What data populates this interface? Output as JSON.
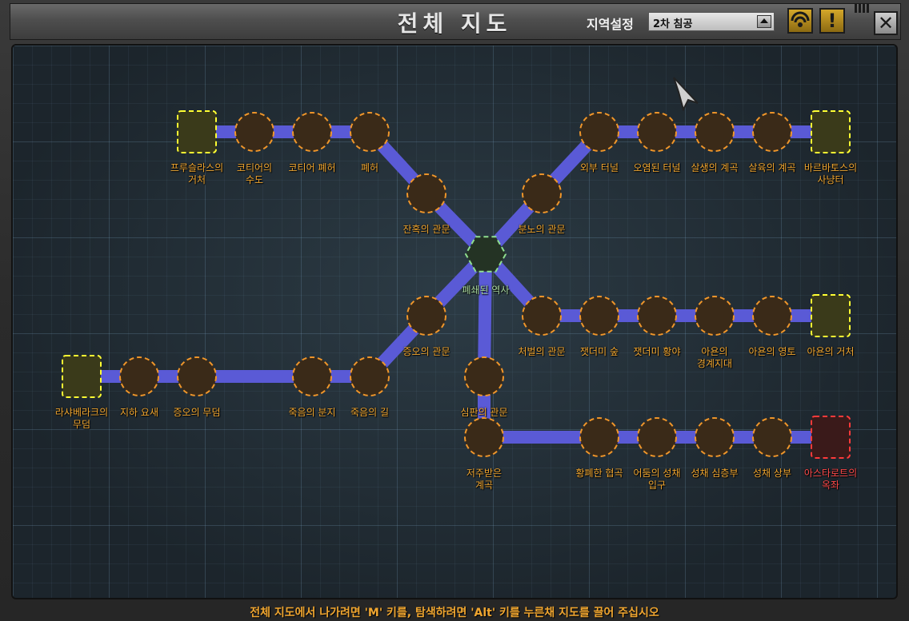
{
  "window": {
    "title": "전체 지도",
    "region_label": "지역설정",
    "region_value": "2차 침공",
    "close_glyph": "✕",
    "alert_glyph": "!"
  },
  "colors": {
    "line": "#5a5ad6",
    "normal_fill": "#3a2a18",
    "normal_stroke": "#f0962a",
    "entrance_fill": "#3a3a1a",
    "entrance_stroke": "#ffff33",
    "center_fill": "#243324",
    "center_stroke": "#8fdf8f",
    "boss_fill": "#3a1a1a",
    "boss_stroke": "#ff3a3a"
  },
  "map": {
    "nodes": [
      {
        "id": "prosula",
        "label": "프루슬라스의\n거처",
        "shape": "square",
        "kind": "entrance"
      },
      {
        "id": "kotier_waterway",
        "label": "코티어의\n수도",
        "shape": "circle",
        "kind": "normal"
      },
      {
        "id": "kotier_ruins",
        "label": "코티어 폐허",
        "shape": "circle",
        "kind": "normal"
      },
      {
        "id": "ruins",
        "label": "폐허",
        "shape": "circle",
        "kind": "normal"
      },
      {
        "id": "cruelty_gate",
        "label": "잔혹의 관문",
        "shape": "circle",
        "kind": "normal"
      },
      {
        "id": "station",
        "label": "폐쇄된 역사",
        "shape": "hex",
        "kind": "center"
      },
      {
        "id": "rage_gate",
        "label": "분노의 관문",
        "shape": "circle",
        "kind": "normal"
      },
      {
        "id": "outer_tunnel",
        "label": "외부 터널",
        "shape": "circle",
        "kind": "normal"
      },
      {
        "id": "polluted_tunnel",
        "label": "오염된 터널",
        "shape": "circle",
        "kind": "normal"
      },
      {
        "id": "life_canyon",
        "label": "살생의 계곡",
        "shape": "circle",
        "kind": "normal"
      },
      {
        "id": "slaughter_canyon",
        "label": "살육의 계곡",
        "shape": "circle",
        "kind": "normal"
      },
      {
        "id": "bartos",
        "label": "바르바토스의\n사냥터",
        "shape": "square",
        "kind": "entrance"
      },
      {
        "id": "punish_gate",
        "label": "처벌의 관문",
        "shape": "circle",
        "kind": "normal"
      },
      {
        "id": "ash_forest",
        "label": "잿더미 숲",
        "shape": "circle",
        "kind": "normal"
      },
      {
        "id": "ash_waste",
        "label": "잿더미 황야",
        "shape": "circle",
        "kind": "normal"
      },
      {
        "id": "aeon_border",
        "label": "아욘의\n경계지대",
        "shape": "circle",
        "kind": "normal"
      },
      {
        "id": "aeon_land",
        "label": "아욘의 영토",
        "shape": "circle",
        "kind": "normal"
      },
      {
        "id": "aeon_abode",
        "label": "아욘의 거처",
        "shape": "square",
        "kind": "entrance"
      },
      {
        "id": "hatred_gate",
        "label": "증오의 관문",
        "shape": "circle",
        "kind": "normal"
      },
      {
        "id": "death_road",
        "label": "죽음의 길",
        "shape": "circle",
        "kind": "normal"
      },
      {
        "id": "death_basin",
        "label": "죽음의 분지",
        "shape": "circle",
        "kind": "normal"
      },
      {
        "id": "hatred_tomb",
        "label": "증오의 무덤",
        "shape": "circle",
        "kind": "normal"
      },
      {
        "id": "underground_fort",
        "label": "지하 요새",
        "shape": "circle",
        "kind": "normal"
      },
      {
        "id": "lasha_tomb",
        "label": "라샤베라크의\n무덤",
        "shape": "square",
        "kind": "entrance"
      },
      {
        "id": "judgement_gate",
        "label": "심판의 관문",
        "shape": "circle",
        "kind": "normal"
      },
      {
        "id": "cursed_canyon",
        "label": "저주받은\n계곡",
        "shape": "circle",
        "kind": "normal"
      },
      {
        "id": "desolate_gorge",
        "label": "황폐한 협곡",
        "shape": "circle",
        "kind": "normal"
      },
      {
        "id": "dark_fort_entry",
        "label": "어둠의 성채\n입구",
        "shape": "circle",
        "kind": "normal"
      },
      {
        "id": "fort_deep",
        "label": "성채 심층부",
        "shape": "circle",
        "kind": "normal"
      },
      {
        "id": "fort_upper",
        "label": "성채 상부",
        "shape": "circle",
        "kind": "normal"
      },
      {
        "id": "astaroth",
        "label": "아스타로트의\n옥좌",
        "shape": "square",
        "kind": "boss"
      }
    ],
    "edges": [
      [
        "prosula",
        "kotier_waterway"
      ],
      [
        "kotier_waterway",
        "kotier_ruins"
      ],
      [
        "kotier_ruins",
        "ruins"
      ],
      [
        "ruins",
        "cruelty_gate"
      ],
      [
        "cruelty_gate",
        "station"
      ],
      [
        "station",
        "rage_gate"
      ],
      [
        "rage_gate",
        "outer_tunnel"
      ],
      [
        "outer_tunnel",
        "polluted_tunnel"
      ],
      [
        "polluted_tunnel",
        "life_canyon"
      ],
      [
        "life_canyon",
        "slaughter_canyon"
      ],
      [
        "slaughter_canyon",
        "bartos"
      ],
      [
        "station",
        "punish_gate"
      ],
      [
        "punish_gate",
        "ash_forest"
      ],
      [
        "ash_forest",
        "ash_waste"
      ],
      [
        "ash_waste",
        "aeon_border"
      ],
      [
        "aeon_border",
        "aeon_land"
      ],
      [
        "aeon_land",
        "aeon_abode"
      ],
      [
        "station",
        "hatred_gate"
      ],
      [
        "hatred_gate",
        "death_road"
      ],
      [
        "death_road",
        "death_basin"
      ],
      [
        "death_basin",
        "hatred_tomb"
      ],
      [
        "hatred_tomb",
        "underground_fort"
      ],
      [
        "underground_fort",
        "lasha_tomb"
      ],
      [
        "station",
        "judgement_gate"
      ],
      [
        "judgement_gate",
        "cursed_canyon"
      ],
      [
        "cursed_canyon",
        "desolate_gorge"
      ],
      [
        "desolate_gorge",
        "dark_fort_entry"
      ],
      [
        "dark_fort_entry",
        "fort_deep"
      ],
      [
        "fort_deep",
        "fort_upper"
      ],
      [
        "fort_upper",
        "astaroth"
      ]
    ]
  },
  "footer": "전체 지도에서 나가려면 'M' 키를, 탐색하려면 'Alt' 키를 누른채 지도를 끌어 주십시오"
}
